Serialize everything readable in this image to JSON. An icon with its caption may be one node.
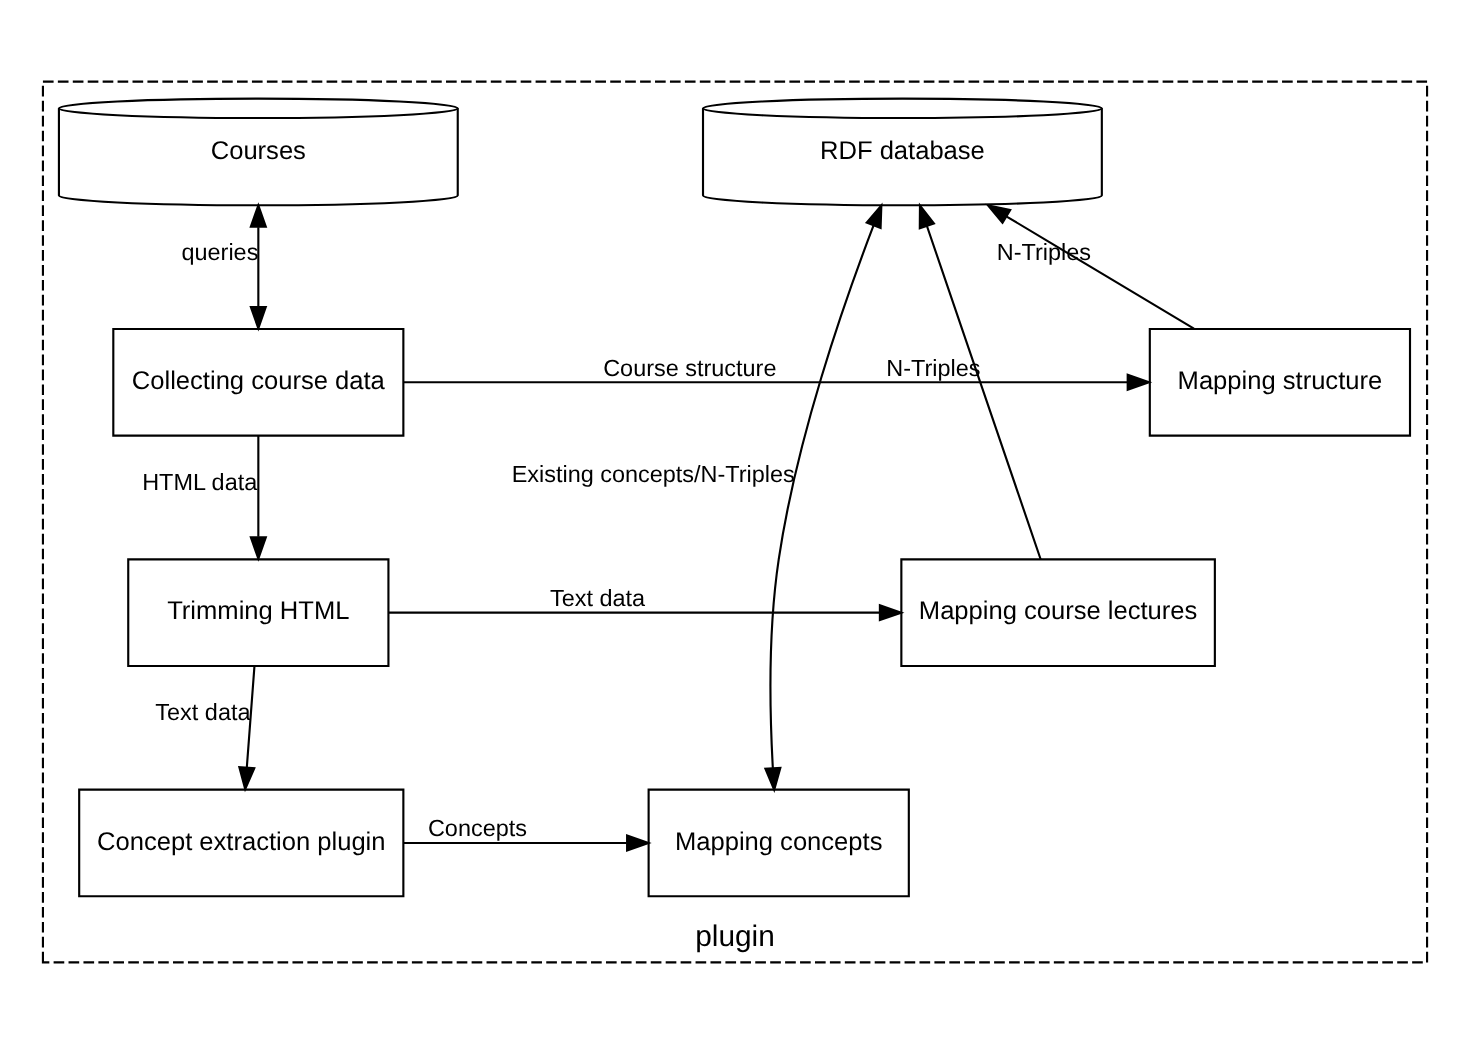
{
  "diagram": {
    "nodes": [
      {
        "text": [
          "plugin"
        ]
      },
      {
        "text": [
          "Courses"
        ],
        "in": 0
      },
      {
        "text": [
          "RDF database"
        ],
        "in": 0
      },
      {
        "text": [
          "Collecting course data"
        ],
        "in": 0
      },
      {
        "text": [
          "Mapping structure"
        ],
        "in": 0
      },
      {
        "text": [
          "Trimming HTML"
        ],
        "in": 0
      },
      {
        "text": [
          "Mapping course lectures"
        ],
        "in": 0
      },
      {
        "text": [
          "Concept extraction plugin"
        ],
        "in": 0
      },
      {
        "text": [
          "Mapping concepts"
        ],
        "in": 0
      }
    ],
    "edges": [
      {
        "from": 1,
        "to": 3,
        "arrow": "both",
        "label": "queries"
      },
      {
        "from": 3,
        "to": 4,
        "arrow": "to",
        "label": "Course structure"
      },
      {
        "from": 4,
        "to": 2,
        "arrow": "to",
        "label": "N-Triples"
      },
      {
        "from": 3,
        "to": 5,
        "arrow": "to",
        "label": "HTML data"
      },
      {
        "from": 5,
        "to": 6,
        "arrow": "to",
        "label": "Text data"
      },
      {
        "from": 6,
        "to": 2,
        "arrow": "to",
        "label": "N-Triples"
      },
      {
        "from": 5,
        "to": 7,
        "arrow": "to",
        "label": "Text data"
      },
      {
        "from": 7,
        "to": 8,
        "arrow": "to",
        "label": "Concepts"
      },
      {
        "from": 2,
        "to": 8,
        "arrow": "both",
        "label": "Existing concepts/N-Triples"
      }
    ]
  }
}
